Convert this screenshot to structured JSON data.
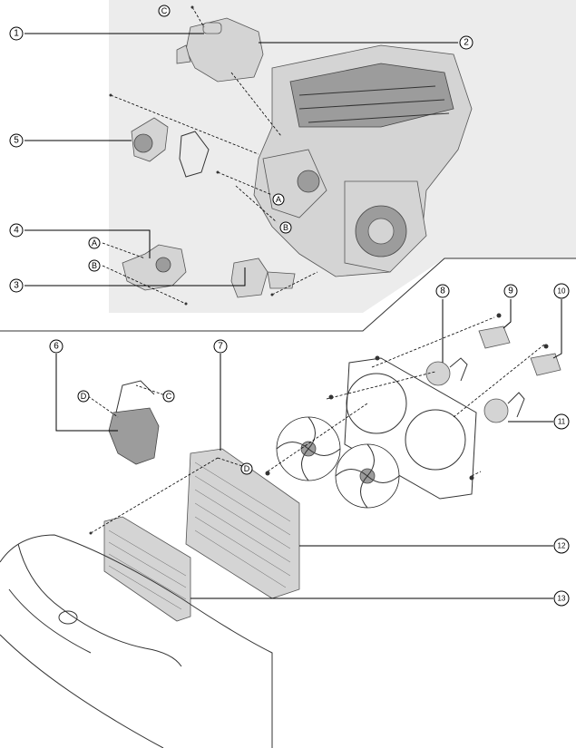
{
  "callouts": {
    "c1": "1",
    "c2": "2",
    "c3": "3",
    "c4": "4",
    "c5": "5",
    "c6": "6",
    "c7": "7",
    "c8": "8",
    "c9": "9",
    "c10": "10",
    "c11": "11",
    "c12": "12",
    "c13": "13"
  },
  "refs": {
    "a": "A",
    "b": "B",
    "c": "C",
    "d": "D"
  },
  "colors": {
    "engine_shade": "#c8c8c8",
    "engine_bg": "#e6e6e6",
    "line": "#000000"
  }
}
